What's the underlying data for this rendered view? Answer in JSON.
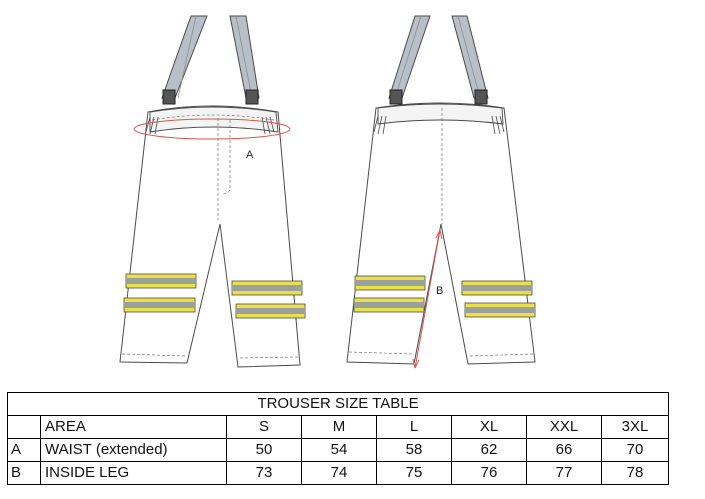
{
  "figure": {
    "front_marker": "A",
    "back_marker": "B",
    "colors": {
      "outline": "#4a4a4a",
      "suspender": "#b9bfc6",
      "reflective_yellow": "#e9e04a",
      "reflective_grey": "#9aa09c",
      "measure_line": "#d9534f"
    }
  },
  "table": {
    "title": "TROUSER SIZE TABLE",
    "area_header": "AREA",
    "sizes": [
      "S",
      "M",
      "L",
      "XL",
      "XXL",
      "3XL"
    ],
    "rows": [
      {
        "code": "A",
        "area": "WAIST (extended)",
        "values": [
          "50",
          "54",
          "58",
          "62",
          "66",
          "70"
        ]
      },
      {
        "code": "B",
        "area": "INSIDE LEG",
        "values": [
          "73",
          "74",
          "75",
          "76",
          "77",
          "78"
        ]
      }
    ]
  }
}
